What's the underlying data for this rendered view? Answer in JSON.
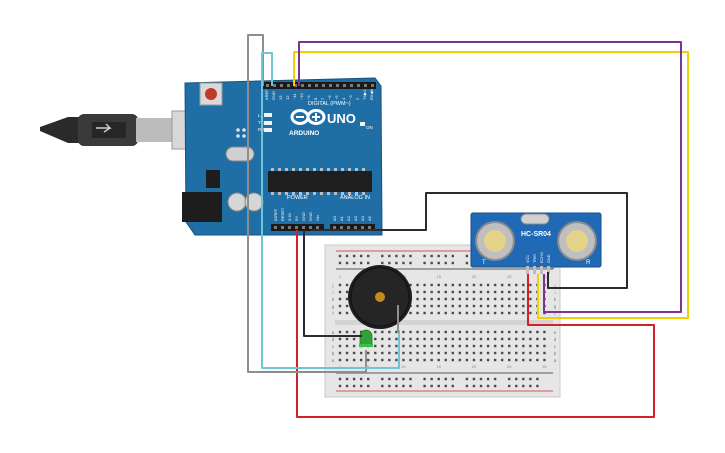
{
  "arduino": {
    "brand_text": "ARDUINO",
    "model_text": "UNO",
    "digital_label": "DIGITAL (PWM~)",
    "power_label": "POWER",
    "analog_label": "ANALOG IN",
    "on_label": "ON",
    "tx_label": "TX",
    "rx_label": "RX",
    "l_label": "L",
    "pin_labels_top": [
      "AREF",
      "GND",
      "13",
      "12",
      "~11",
      "~10",
      "~9",
      "8",
      "7",
      "~6",
      "~5",
      "4",
      "~3",
      "2",
      "TX▶1",
      "RX◀0"
    ],
    "pin_labels_power": [
      "IOREF",
      "RESET",
      "3.3V",
      "5V",
      "GND",
      "GND",
      "Vin"
    ],
    "pin_labels_analog": [
      "A0",
      "A1",
      "A2",
      "A3",
      "A4",
      "A5"
    ]
  },
  "sensor": {
    "label": "HC-SR04",
    "pin_labels": [
      "VCC",
      "TRIG",
      "ECHO",
      "GND"
    ],
    "corner_left": "T",
    "corner_right": "R"
  },
  "breadboard": {
    "rows_left": [
      "a",
      "b",
      "c",
      "d",
      "e"
    ],
    "rows_right": [
      "f",
      "g",
      "h",
      "i",
      "j"
    ],
    "column_numbers": [
      "1",
      "5",
      "10",
      "15",
      "20",
      "25",
      "30"
    ],
    "rail_plus": "+",
    "rail_minus": "−"
  },
  "wire_colors": {
    "red": "#d4202a",
    "black": "#2b2b2b",
    "yellow": "#f2cf00",
    "purple": "#7a3590",
    "gray": "#8e8e8e",
    "cyan": "#6cc6d4",
    "led_green": "#2fa33a",
    "board_blue": "#1f6fa6"
  }
}
